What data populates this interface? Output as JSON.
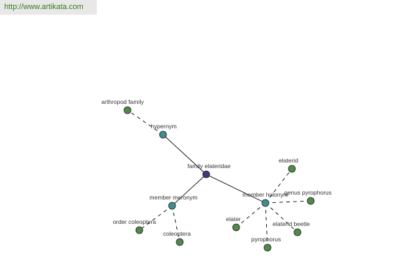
{
  "url": {
    "text": "http://www.artikata.com",
    "color": "#3a7a20"
  },
  "colors": {
    "center": "#3b3b7a",
    "relation": "#3f8f8f",
    "leaf": "#4f8a4a",
    "edge": "#000000",
    "label": "#333333",
    "node_stroke": "#202020"
  },
  "graph": {
    "center": "family elateridae",
    "relations": [
      {
        "key": "hypernym",
        "label": "hypernym",
        "terms": [
          "arthropod family"
        ]
      },
      {
        "key": "member-meronym",
        "label": "member meronym",
        "terms": [
          "order coleoptera",
          "coleoptera"
        ]
      },
      {
        "key": "member-holonym",
        "label": "member holonym",
        "terms": [
          "elaterid",
          "genus pyrophorus",
          "elaterid beetle",
          "pyrophorus",
          "elater"
        ]
      }
    ]
  }
}
